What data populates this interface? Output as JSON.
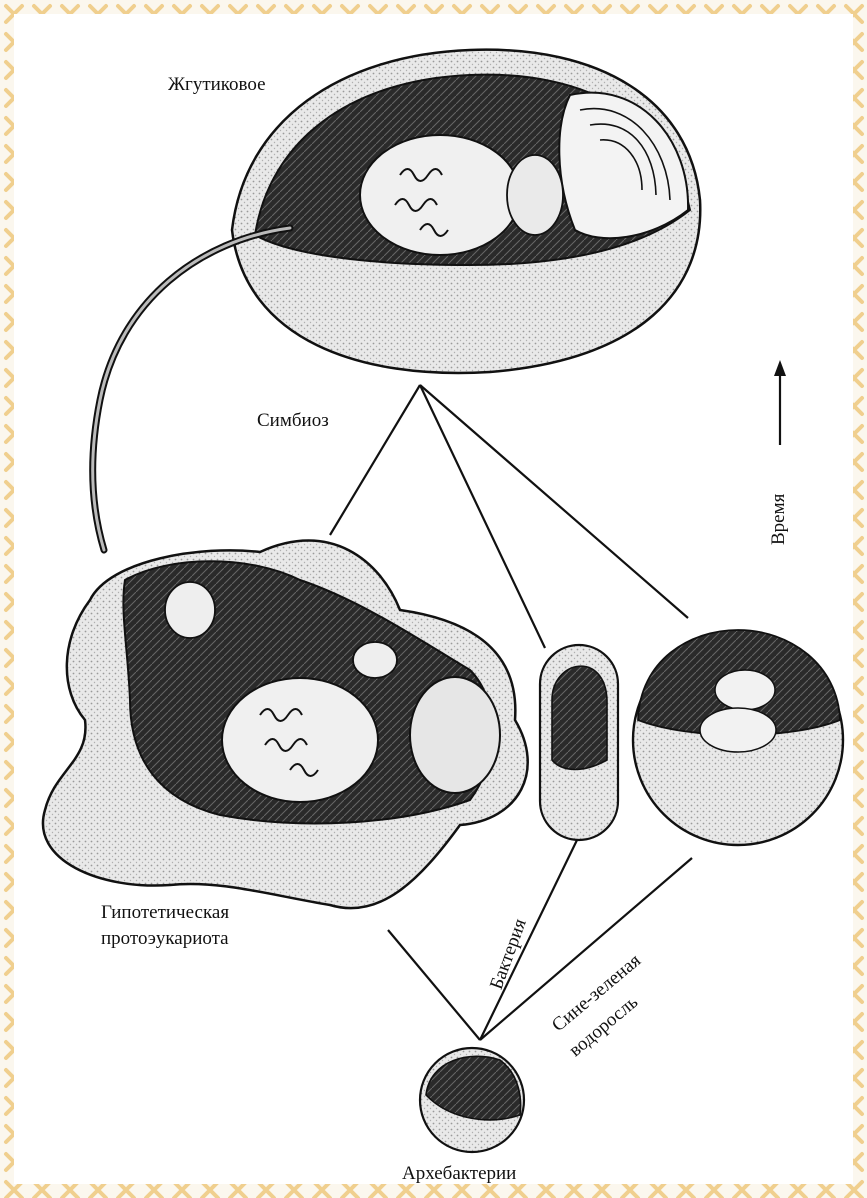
{
  "labels": {
    "flagellate": "Жгутиковое",
    "symbiosis": "Симбиоз",
    "time": "Время",
    "protoeukaryote_line1": "Гипотетическая",
    "protoeukaryote_line2": "протоэукариота",
    "bacterium": "Бактерия",
    "algae_line1": "Сине-зеленая",
    "algae_line2": "водоросль",
    "archaebacteria": "Архебактерии"
  },
  "colors": {
    "border_pattern": "#f2d49a",
    "ink": "#111111",
    "cell_light": "#eeeeee",
    "cell_dark": "#1a1a1a"
  }
}
